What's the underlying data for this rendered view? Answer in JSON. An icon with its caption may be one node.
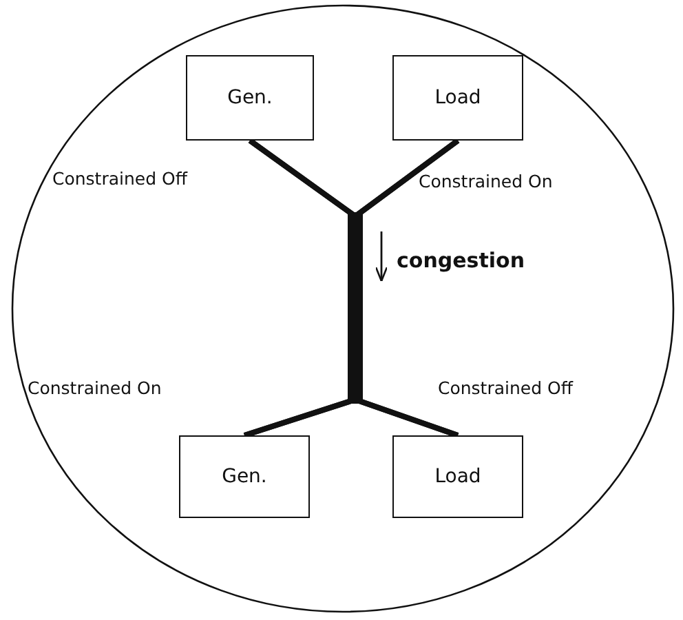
{
  "diagram": {
    "nodes": [
      {
        "text": [],
        "shape": "circle"
      },
      {
        "text": [
          "Gen."
        ],
        "in": 0
      },
      {
        "text": [
          "Load"
        ],
        "in": 0
      },
      {
        "text": [
          "Gen."
        ],
        "in": 0
      },
      {
        "text": [
          "Load"
        ],
        "in": 0
      }
    ],
    "edges": [
      {
        "from": 1,
        "to": 3,
        "arrow": "none"
      },
      {
        "from": 1,
        "to": 4,
        "arrow": "none"
      },
      {
        "from": 2,
        "to": 3,
        "arrow": "none"
      },
      {
        "from": 2,
        "to": 4,
        "arrow": "none"
      }
    ],
    "labels": [
      "Constrained Off",
      "Constrained On",
      "congestion",
      "Constrained On",
      "Constrained Off"
    ]
  }
}
